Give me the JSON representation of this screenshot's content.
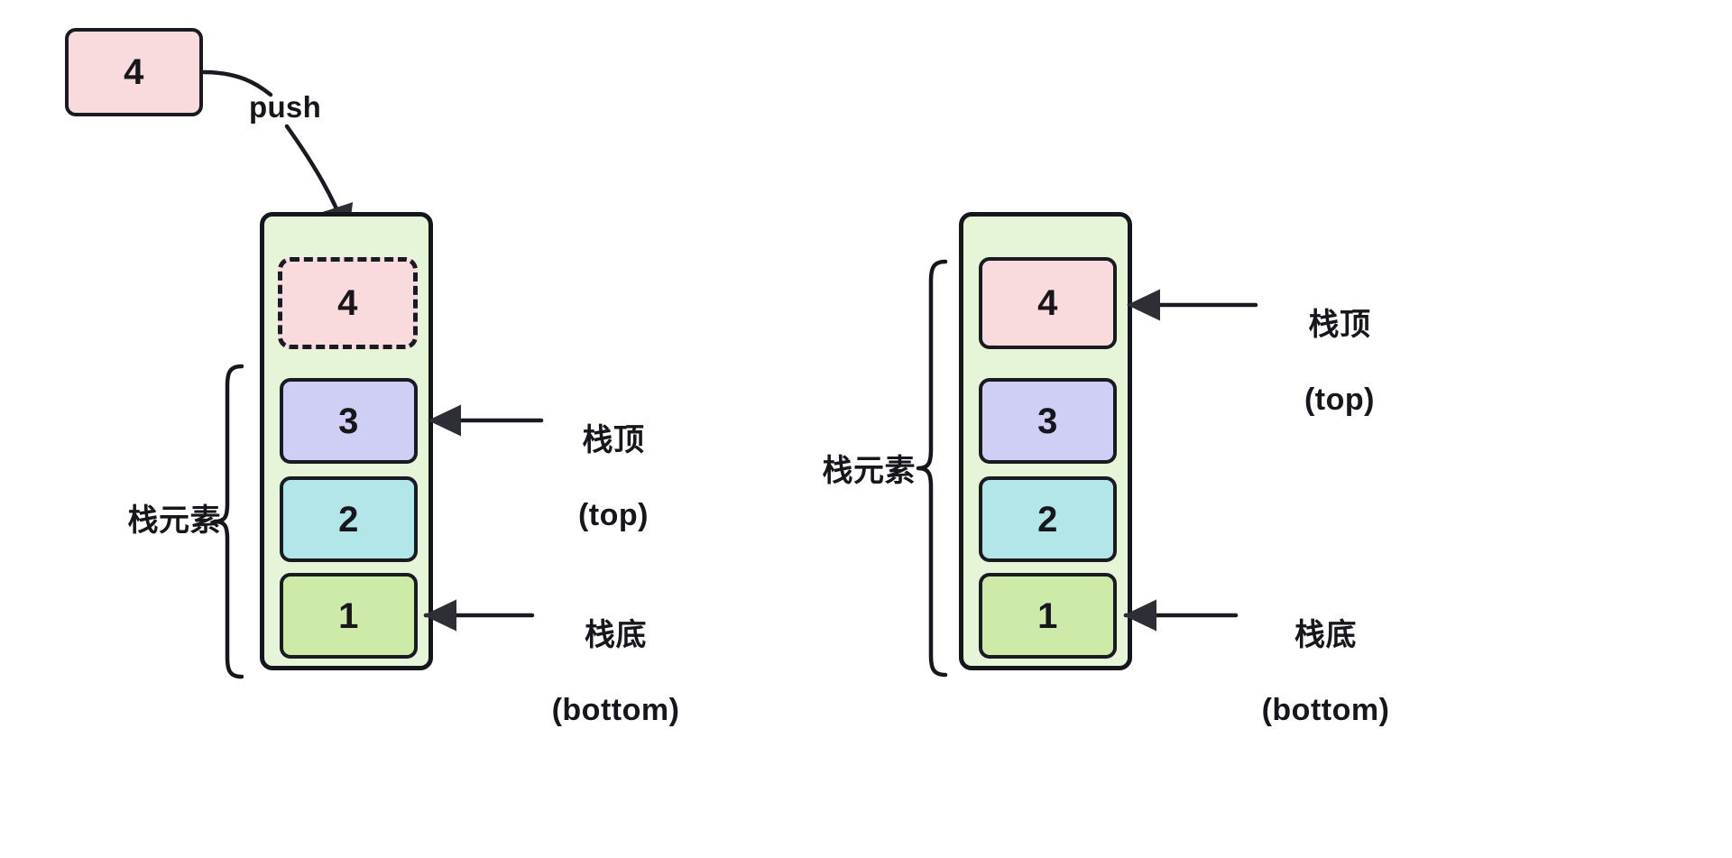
{
  "diagram": {
    "title": "stack push operation",
    "colors": {
      "pink": "#fadbdd",
      "purple": "#cfcff5",
      "cyan": "#b3e6e8",
      "green": "#cdeaa9",
      "container_bg": "#e6f5d8",
      "stroke": "#16161c",
      "page_bg": "#ffffff"
    }
  },
  "incoming": {
    "element_value": "4",
    "operation_label": "push"
  },
  "left_stack": {
    "caption_elements": "栈元素",
    "pending": {
      "value": "4",
      "style": "dashed",
      "color": "pink"
    },
    "items": [
      {
        "value": "3",
        "color": "purple"
      },
      {
        "value": "2",
        "color": "cyan"
      },
      {
        "value": "1",
        "color": "green"
      }
    ],
    "annotations": [
      {
        "name": "top",
        "line1": "栈顶",
        "line2": "(top)",
        "target_value": "3"
      },
      {
        "name": "bottom",
        "line1": "栈底",
        "line2": "(bottom)",
        "target_value": "1"
      }
    ]
  },
  "right_stack": {
    "caption_elements": "栈元素",
    "items": [
      {
        "value": "4",
        "color": "pink"
      },
      {
        "value": "3",
        "color": "purple"
      },
      {
        "value": "2",
        "color": "cyan"
      },
      {
        "value": "1",
        "color": "green"
      }
    ],
    "annotations": [
      {
        "name": "top",
        "line1": "栈顶",
        "line2": "(top)",
        "target_value": "4"
      },
      {
        "name": "bottom",
        "line1": "栈底",
        "line2": "(bottom)",
        "target_value": "1"
      }
    ]
  }
}
